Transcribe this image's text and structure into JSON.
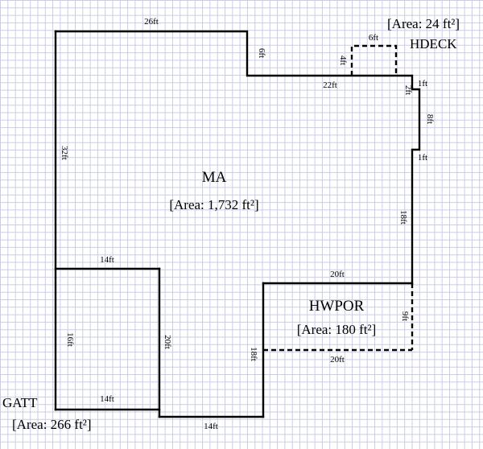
{
  "areas": {
    "ma": {
      "name": "MA",
      "area": "[Area: 1,732 ft²]"
    },
    "hwpor": {
      "name": "HWPOR",
      "area": "[Area: 180 ft²]"
    },
    "gatt": {
      "name": "GATT",
      "area": "[Area: 266 ft²]"
    },
    "hdeck": {
      "name": "HDECK",
      "area": "[Area: 24 ft²]"
    }
  },
  "dimensions": {
    "ma_top": "26ft",
    "ma_notch_left": "6ft",
    "ma_notch_bottom": "22ft",
    "ma_left": "32ft",
    "ma_right_step_a": "2ft",
    "ma_right_jog_a": "1ft",
    "ma_right_bump": "8ft",
    "ma_right_jog_b": "1ft",
    "ma_right_lower": "18ft",
    "hwpor_top": "20ft",
    "hwpor_right": "9ft",
    "hwpor_bottom": "20ft",
    "hwpor_left": "18ft",
    "gatt_top": "14ft",
    "gatt_left": "16ft",
    "gatt_right": "20ft",
    "gatt_bottom": "14ft",
    "bottom_step": "14ft",
    "hdeck_top": "6ft",
    "hdeck_left": "4ft"
  }
}
